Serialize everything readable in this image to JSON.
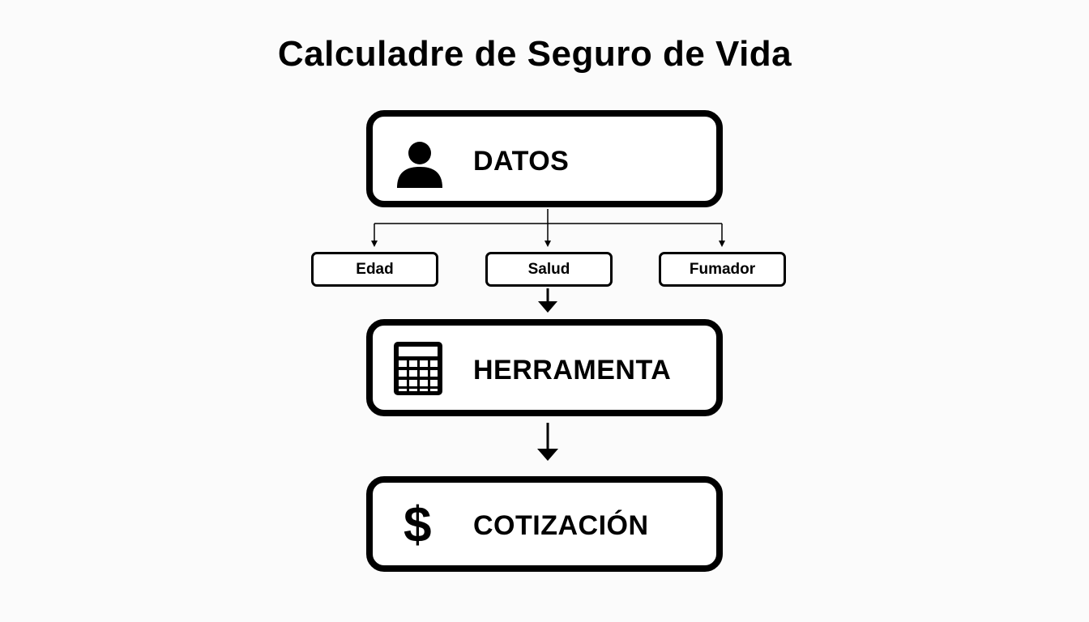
{
  "title": "Calculadre de Seguro de Vida",
  "steps": [
    {
      "label": "DATOS",
      "icon": "person-icon"
    },
    {
      "label": "HERRAMENTA",
      "icon": "calculator-icon"
    },
    {
      "label": "COTIZACIÓN",
      "icon": "dollar-icon",
      "icon_text": "$"
    }
  ],
  "factors": [
    "Edad",
    "Salud",
    "Fumador"
  ],
  "colors": {
    "stroke": "#000000",
    "background": "#fbfbfb",
    "box_fill": "#ffffff"
  }
}
